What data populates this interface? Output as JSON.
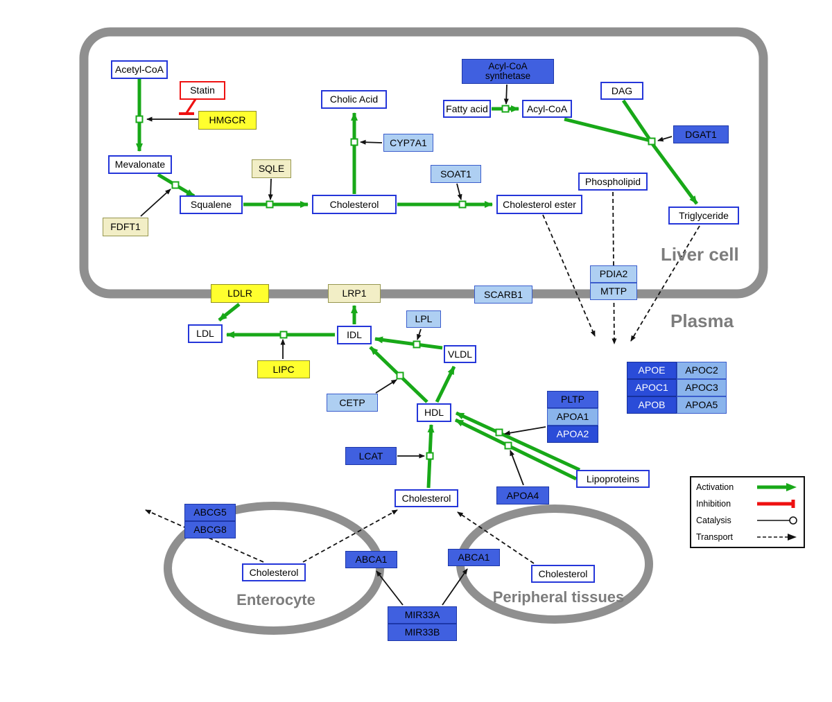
{
  "regions": {
    "liver_cell": "Liver cell",
    "plasma": "Plasma",
    "enterocyte": "Enterocyte",
    "peripheral_tissues": "Peripheral tissues"
  },
  "nodes": {
    "acetyl_coa": {
      "label": "Acetyl-CoA"
    },
    "statin": {
      "label": "Statin"
    },
    "hmgcr": {
      "label": "HMGCR"
    },
    "mevalonate": {
      "label": "Mevalonate"
    },
    "fdft1": {
      "label": "FDFT1"
    },
    "squalene": {
      "label": "Squalene"
    },
    "sqle": {
      "label": "SQLE"
    },
    "cholesterol_liver": {
      "label": "Cholesterol"
    },
    "cholic_acid": {
      "label": "Cholic Acid"
    },
    "cyp7a1": {
      "label": "CYP7A1"
    },
    "soat1": {
      "label": "SOAT1"
    },
    "cholesterol_ester": {
      "label": "Cholesterol ester"
    },
    "acyl_coa_synthetase": {
      "label_line1": "Acyl-CoA",
      "label_line2": "synthetase"
    },
    "fatty_acid": {
      "label": "Fatty acid"
    },
    "acyl_coa": {
      "label": "Acyl-CoA"
    },
    "dag": {
      "label": "DAG"
    },
    "dgat1": {
      "label": "DGAT1"
    },
    "phospholipid": {
      "label": "Phospholipid"
    },
    "triglyceride": {
      "label": "Triglyceride"
    },
    "ldlr": {
      "label": "LDLR"
    },
    "lrp1": {
      "label": "LRP1"
    },
    "scarb1": {
      "label": "SCARB1"
    },
    "pdia2": {
      "label": "PDIA2"
    },
    "mttp": {
      "label": "MTTP"
    },
    "ldl": {
      "label": "LDL"
    },
    "idl": {
      "label": "IDL"
    },
    "lpl": {
      "label": "LPL"
    },
    "vldl": {
      "label": "VLDL"
    },
    "lipc": {
      "label": "LIPC"
    },
    "cetp": {
      "label": "CETP"
    },
    "hdl": {
      "label": "HDL"
    },
    "lcat": {
      "label": "LCAT"
    },
    "pltp": {
      "label": "PLTP"
    },
    "apoa1": {
      "label": "APOA1"
    },
    "apoa2": {
      "label": "APOA2"
    },
    "apoa4": {
      "label": "APOA4"
    },
    "lipoproteins": {
      "label": "Lipoproteins"
    },
    "apoe": {
      "label": "APOE"
    },
    "apoc2": {
      "label": "APOC2"
    },
    "apoc1": {
      "label": "APOC1"
    },
    "apoc3": {
      "label": "APOC3"
    },
    "apob": {
      "label": "APOB"
    },
    "apoa5": {
      "label": "APOA5"
    },
    "cholesterol_plasma": {
      "label": "Cholesterol"
    },
    "abcg5": {
      "label": "ABCG5"
    },
    "abcg8": {
      "label": "ABCG8"
    },
    "cholesterol_enterocyte": {
      "label": "Cholesterol"
    },
    "abca1_enterocyte": {
      "label": "ABCA1"
    },
    "abca1_peripheral": {
      "label": "ABCA1"
    },
    "cholesterol_peripheral": {
      "label": "Cholesterol"
    },
    "mir33a": {
      "label": "MIR33A"
    },
    "mir33b": {
      "label": "MIR33B"
    }
  },
  "legend": {
    "activation": "Activation",
    "inhibition": "Inhibition",
    "catalysis": "Catalysis",
    "transport": "Transport"
  },
  "colors": {
    "activation_green": "#18a818",
    "inhibition_red": "#ee1111",
    "metabolite_border": "#2436d9",
    "gene_blue": "#4060e0",
    "gene_dark_blue": "#2a4cd8",
    "gene_mid_blue": "#8ab4ec",
    "gene_light_blue": "#aecff2",
    "gene_yellow": "#ffff2e",
    "gene_pale_yellow": "#f2eec6",
    "membrane_gray": "#8f8f8f"
  }
}
